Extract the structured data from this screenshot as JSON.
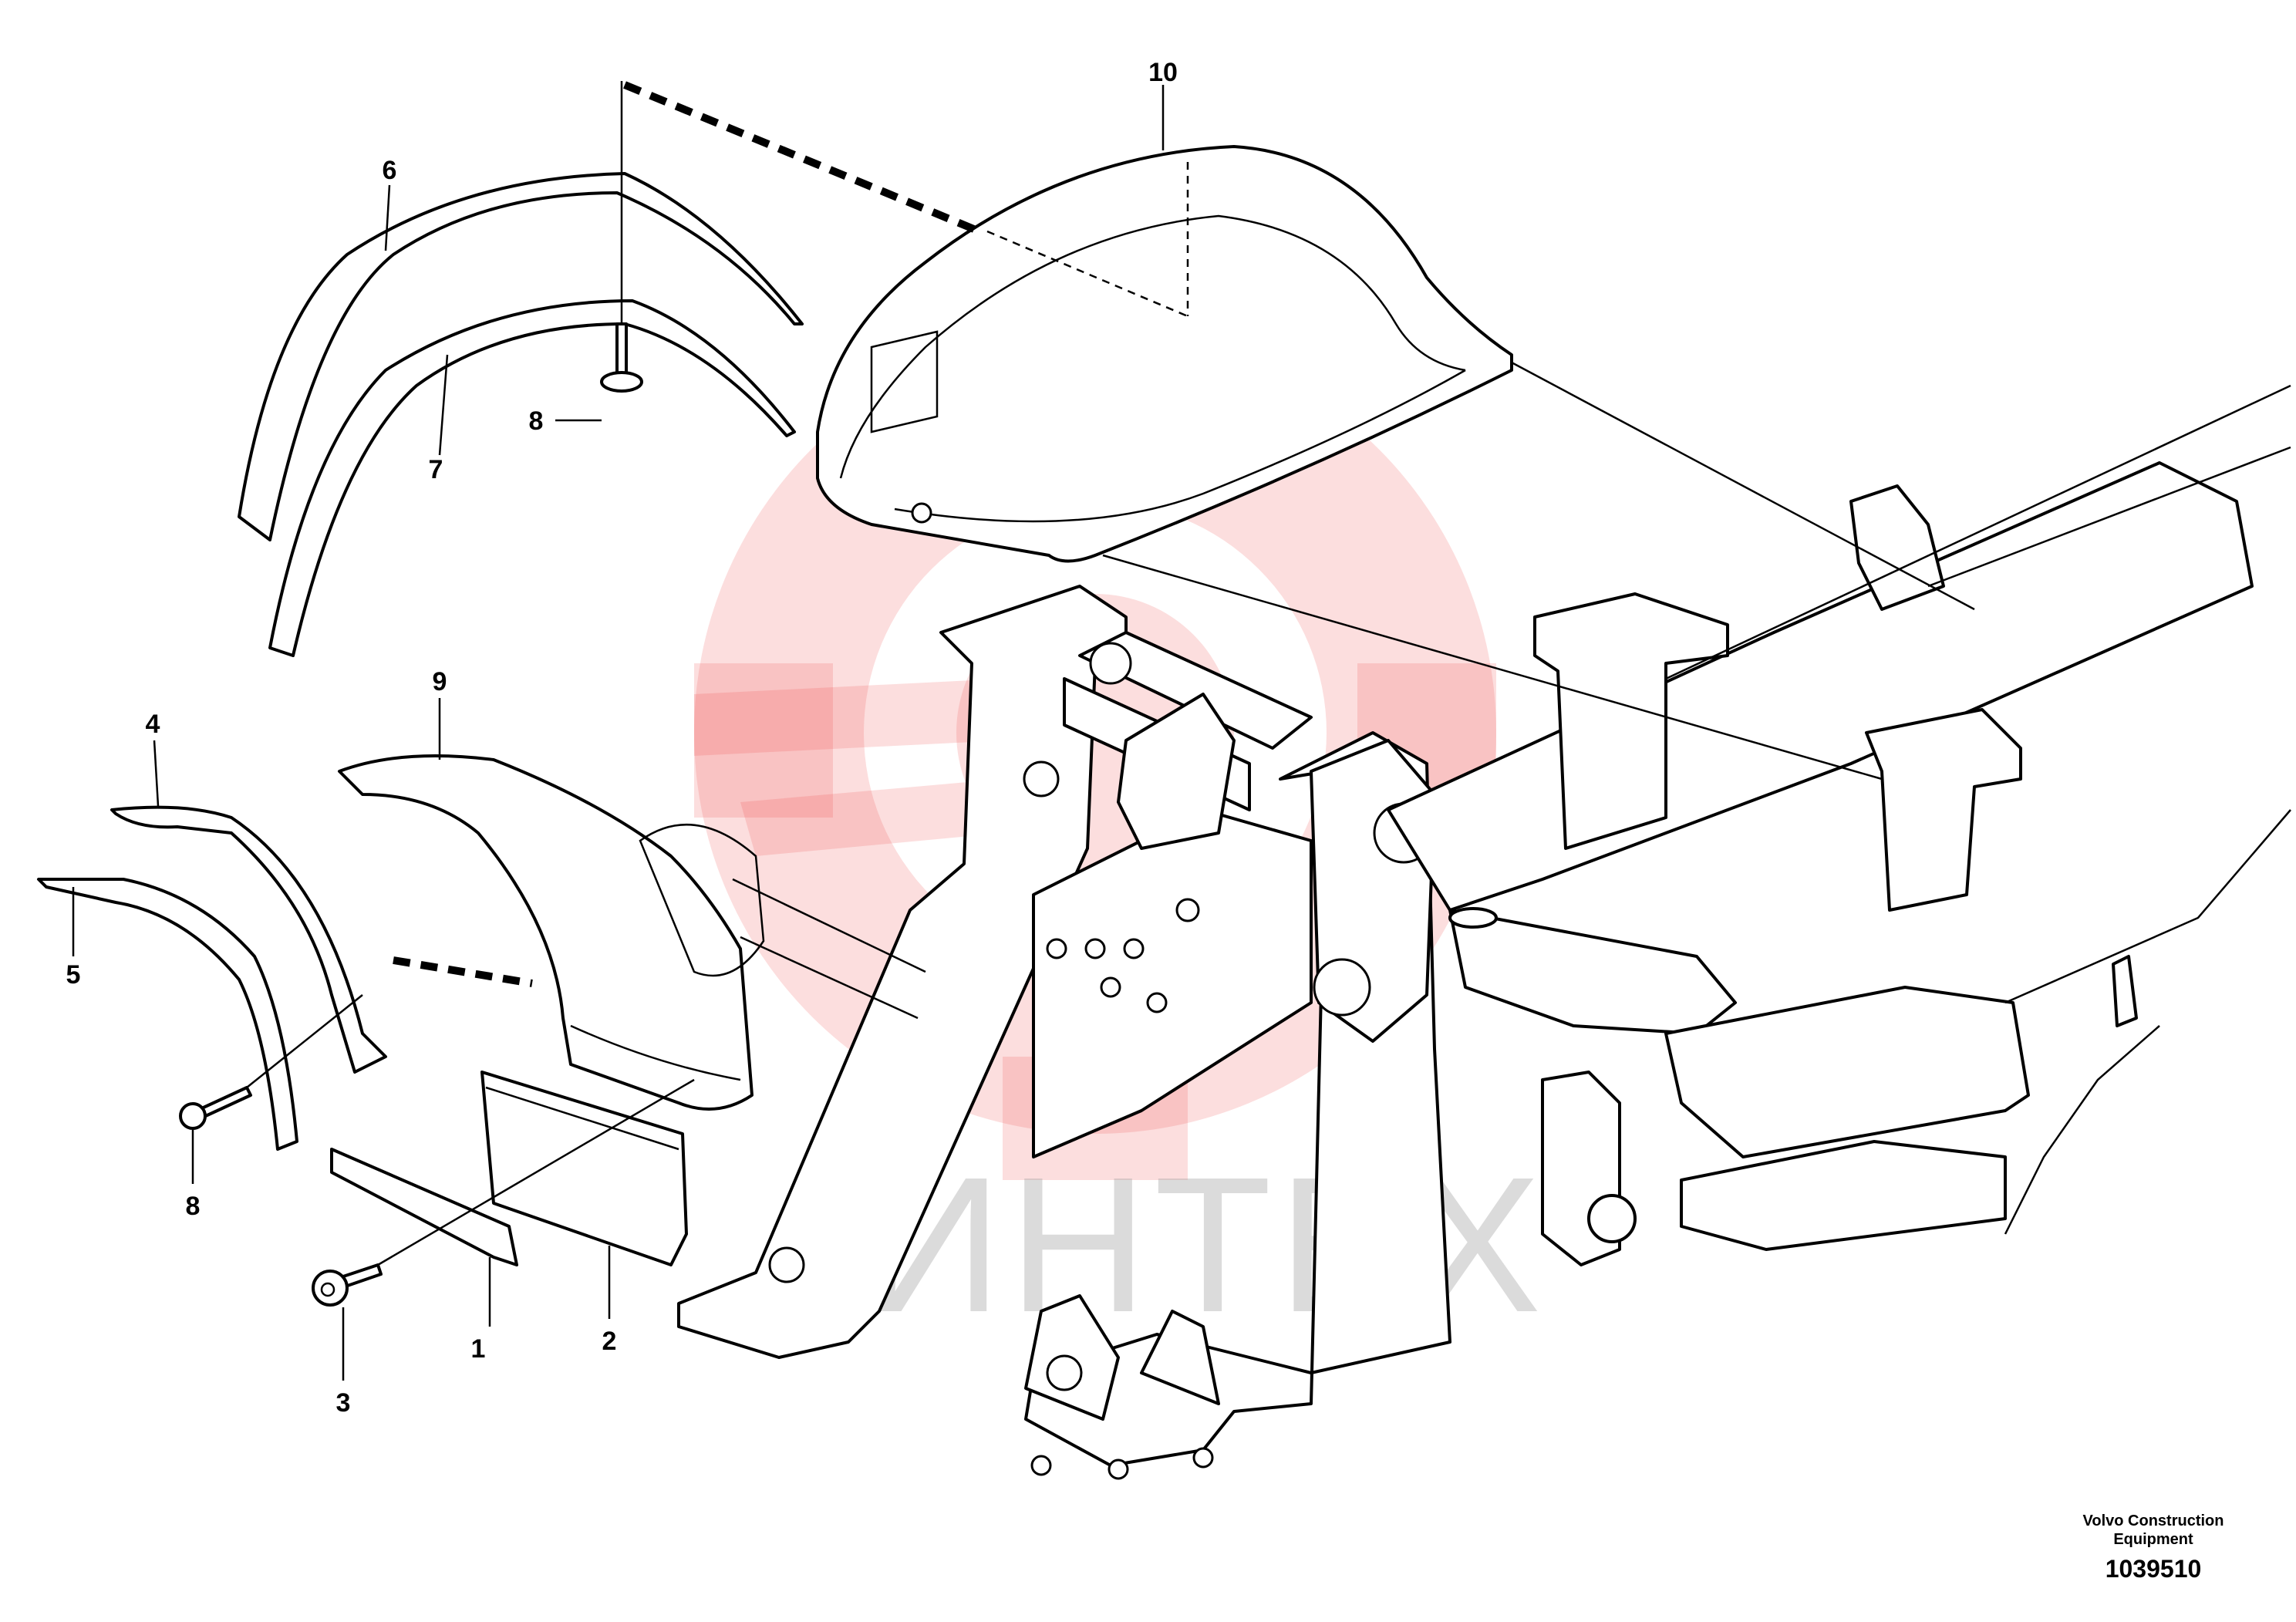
{
  "callouts": [
    {
      "label": "1"
    },
    {
      "label": "2"
    },
    {
      "label": "3"
    },
    {
      "label": "4"
    },
    {
      "label": "5"
    },
    {
      "label": "6"
    },
    {
      "label": "7"
    },
    {
      "label": "8"
    },
    {
      "label": "8"
    },
    {
      "label": "9"
    },
    {
      "label": "10"
    }
  ],
  "watermark": {
    "text": "ИНТЕХ",
    "color": "#f0484a"
  },
  "credit": {
    "company": "Volvo Construction Equipment",
    "reference": "1039510"
  }
}
